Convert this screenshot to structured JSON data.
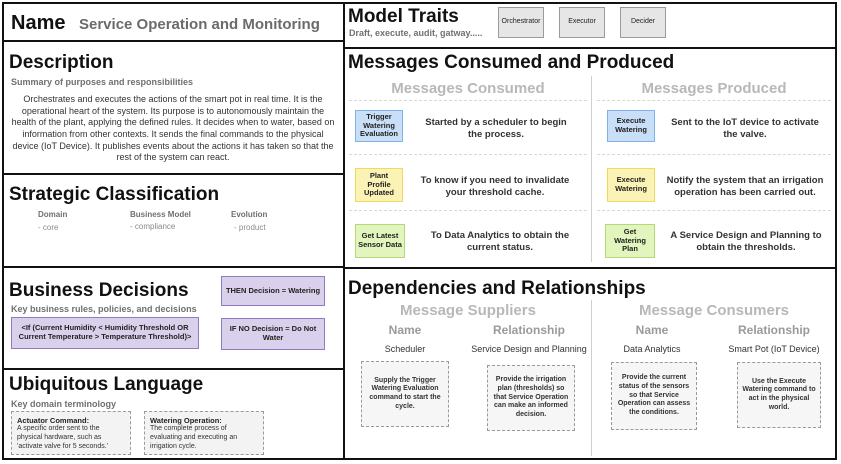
{
  "name": {
    "label": "Name",
    "value": "Service Operation and Monitoring"
  },
  "description": {
    "title": "Description",
    "subtitle": "Summary of purposes and responsibilities",
    "text": "Orchestrates and executes the actions of the smart pot in real time. It is the operational heart of the system. Its purpose is to autonomously maintain the health of the plant, applying the defined rules. It decides when to water, based on information from other contexts. It sends the final commands to the physical device (IoT Device). It publishes events about the actions it has taken so that the rest of the system can react."
  },
  "strategic": {
    "title": "Strategic Classification",
    "domain_label": "Domain",
    "domain_value": "- core",
    "model_label": "Business Model",
    "model_value": "- compliance",
    "evolution_label": "Evolution",
    "evolution_value": "- product"
  },
  "business_decisions": {
    "title": "Business Decisions",
    "subtitle": "Key business rules, policies, and decisions",
    "then_rule": "THEN Decision = Watering",
    "if_rule": "<If (Current Humidity < Humidity Threshold OR Current Temperature > Temperature Threshold)>",
    "no_rule": "IF NO Decision = Do Not Water"
  },
  "ubiquitous": {
    "title": "Ubiquitous Language",
    "subtitle": "Key domain terminology",
    "terms": [
      {
        "term": "Actuator Command:",
        "definition": "A specific order sent to the physical hardware, such as 'activate valve for 5 seconds.'"
      },
      {
        "term": "Watering Operation:",
        "definition": "The complete process of evaluating and executing an irrigation cycle."
      }
    ]
  },
  "model_traits": {
    "title": "Model Traits",
    "subtitle": "Draft, execute, audit, gatway.....",
    "traits": [
      "Orchestrator",
      "Executor",
      "Decider"
    ]
  },
  "messages": {
    "title": "Messages Consumed and Produced",
    "consumed_title": "Messages Consumed",
    "produced_title": "Messages Produced",
    "consumed": [
      {
        "sticky": "Trigger Watering Evaluation",
        "desc": "Started by a scheduler to begin the process."
      },
      {
        "sticky": "Plant Profile Updated",
        "desc": "To know if you need to invalidate your threshold cache."
      },
      {
        "sticky": "Get Latest Sensor Data",
        "desc": "To Data Analytics to obtain the current status."
      }
    ],
    "produced": [
      {
        "sticky": "Execute Watering",
        "desc": "Sent to the IoT device to activate the valve."
      },
      {
        "sticky": "Execute Watering",
        "desc": "Notify the system that an irrigation operation has been carried out."
      },
      {
        "sticky": "Get Watering Plan",
        "desc": "A Service Design and Planning to obtain the thresholds."
      }
    ]
  },
  "dependencies": {
    "title": "Dependencies and Relationships",
    "suppliers_title": "Message Suppliers",
    "consumers_title": "Message Consumers",
    "name_header": "Name",
    "relationship_header": "Relationship",
    "suppliers": [
      {
        "name": "Scheduler",
        "note": "Supply the Trigger Watering Evaluation command to start the cycle."
      },
      {
        "name": "Service Design and Planning",
        "note": "Provide the irrigation plan (thresholds) so that Service Operation can make an informed decision."
      }
    ],
    "consumers": [
      {
        "name": "Data Analytics",
        "note": "Provide the current status of the sensors so that Service Operation can assess the conditions."
      },
      {
        "name": "Smart Pot (IoT Device)",
        "note": "Use the Execute Watering command to act in the physical world."
      }
    ]
  }
}
